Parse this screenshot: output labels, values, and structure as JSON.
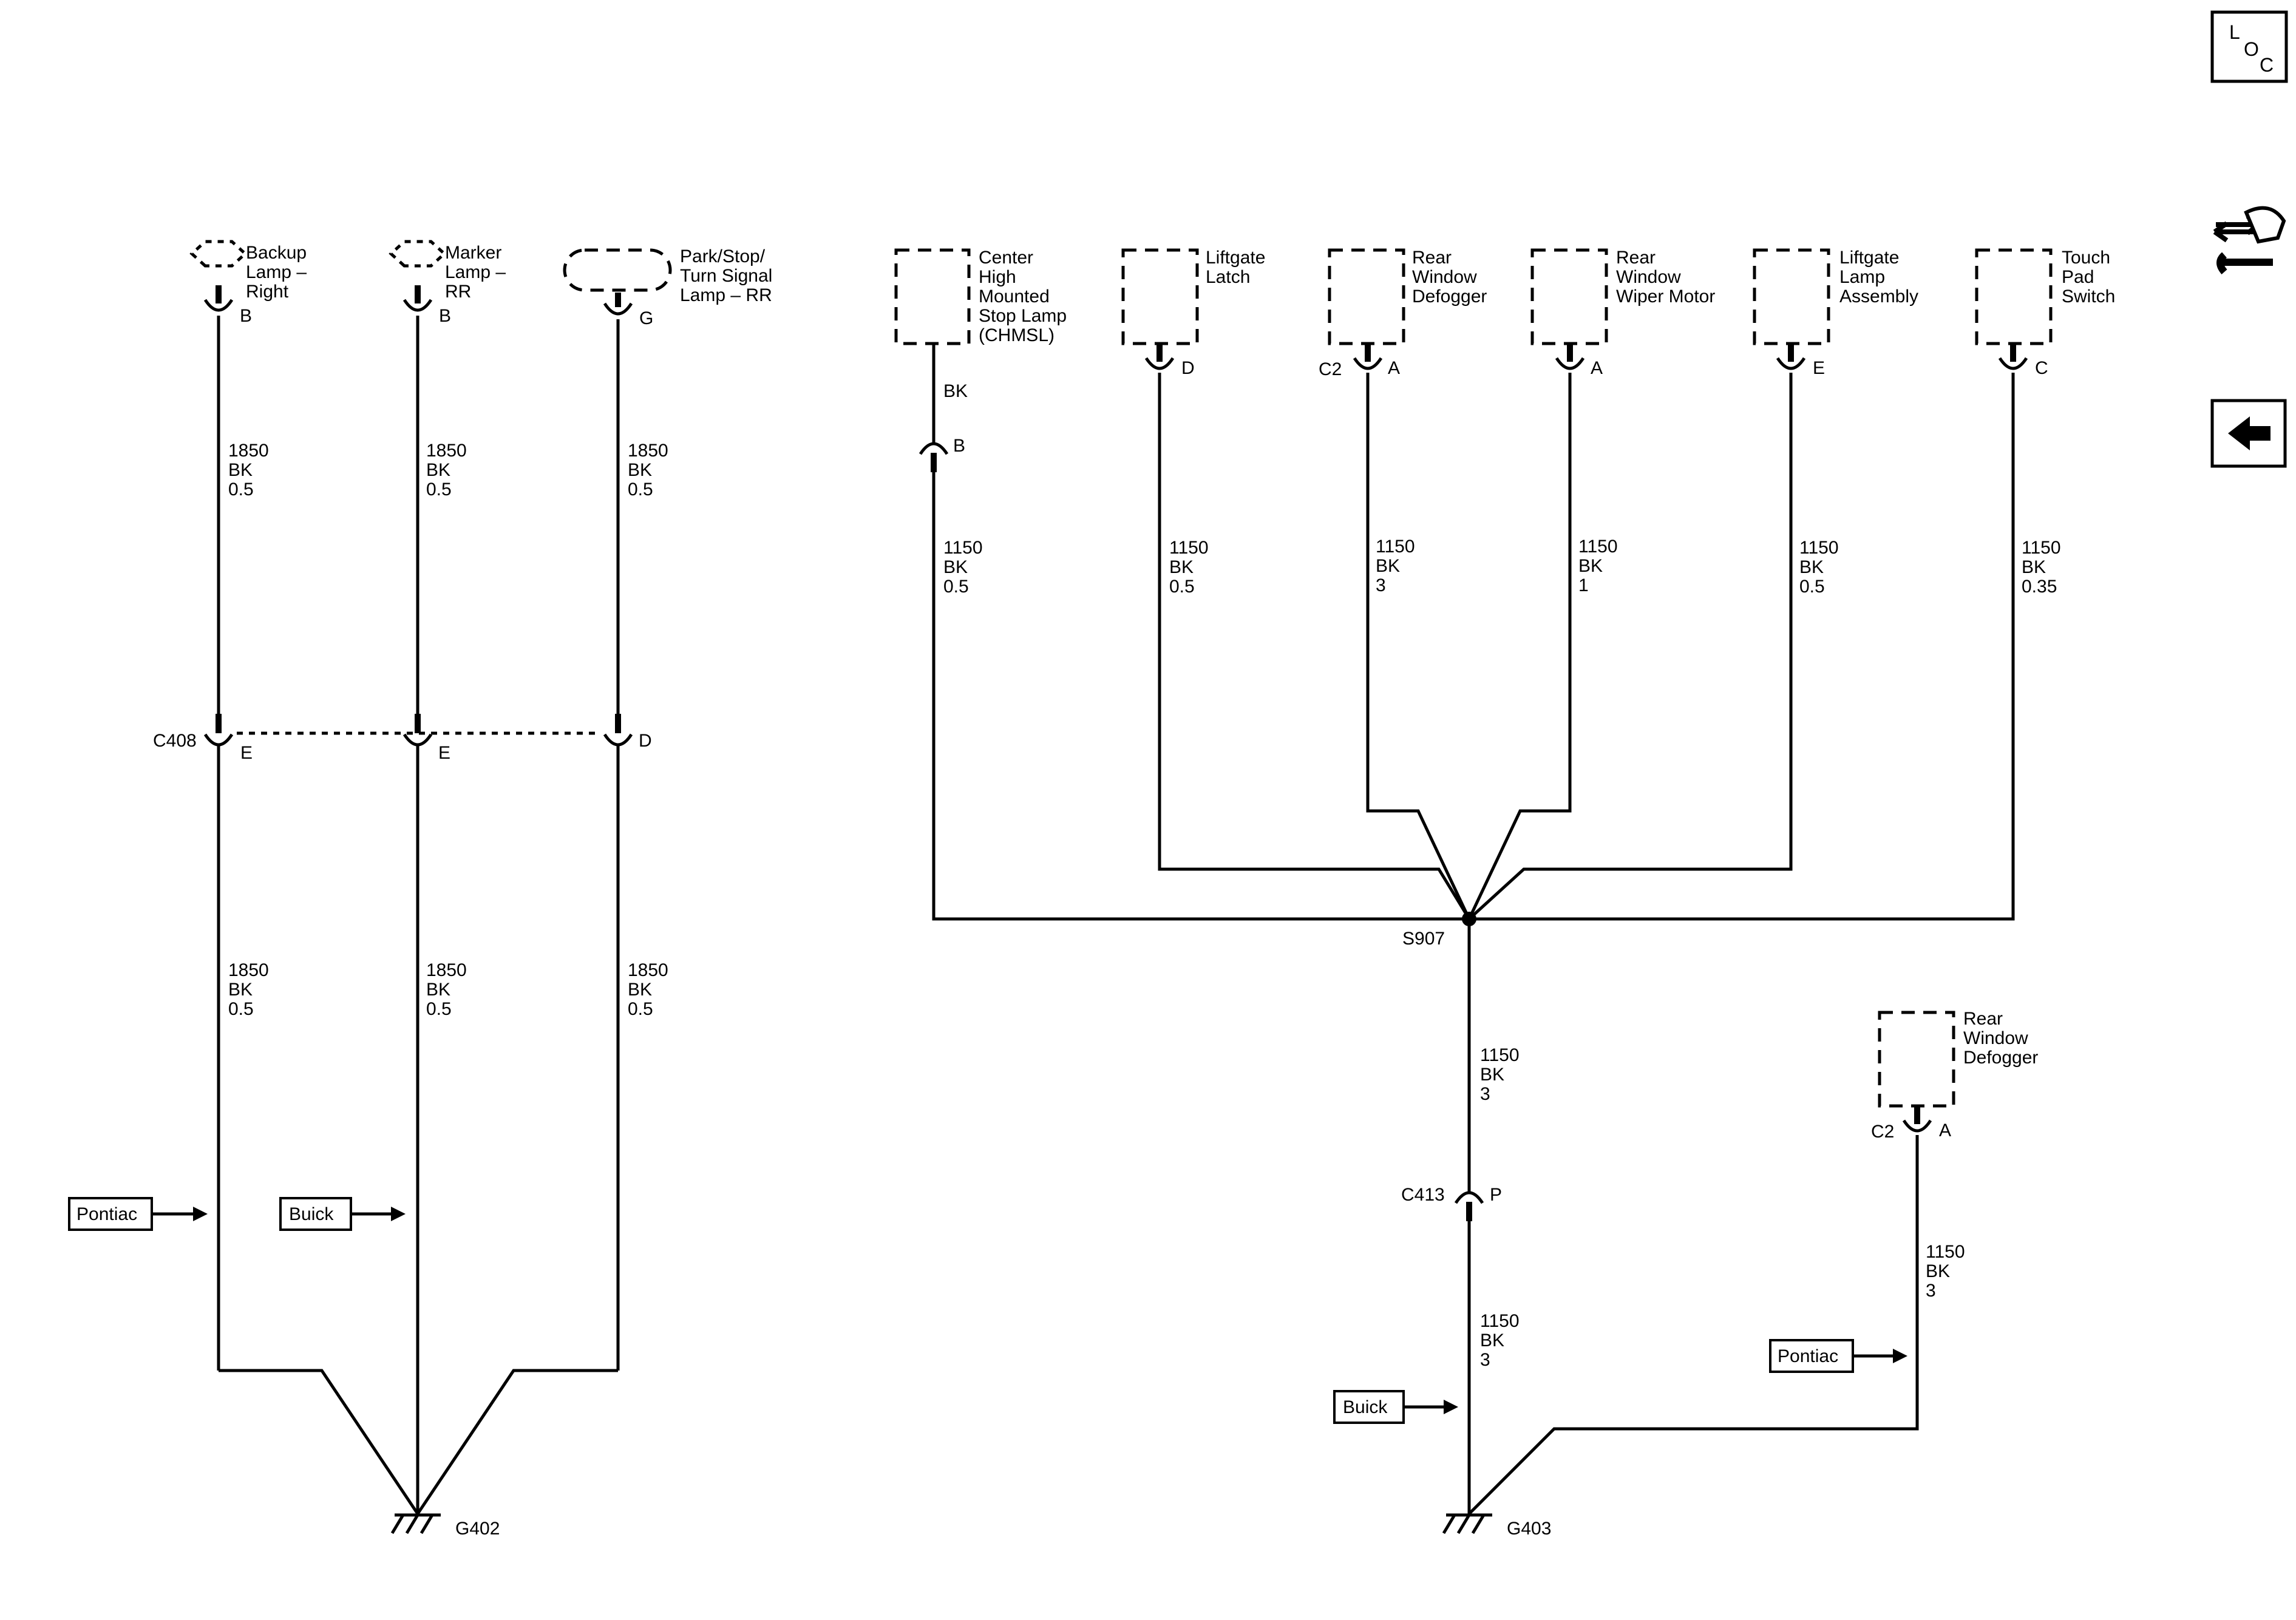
{
  "nav": {
    "loc_L": "L",
    "loc_O": "O",
    "loc_C": "C",
    "loc_icon": "loc-icon",
    "service_icon": "arrows-wrench-icon",
    "back_icon": "back-arrow-icon"
  },
  "left": {
    "backup_lamp": {
      "line1": "Backup",
      "line2": "Lamp –",
      "line3": "Right",
      "pin": "B"
    },
    "marker_lamp": {
      "line1": "Marker",
      "line2": "Lamp –",
      "line3": "RR",
      "pin": "B"
    },
    "park_lamp": {
      "line1": "Park/Stop/",
      "line2": "Turn Signal",
      "line3": "Lamp – RR",
      "pin": "G"
    },
    "upper_wire": {
      "circuit": "1850",
      "color": "BK",
      "size": "0.5"
    },
    "c408": {
      "name": "C408",
      "pin1": "E",
      "pin2": "E",
      "pin3": "D"
    },
    "lower_wire": {
      "circuit": "1850",
      "color": "BK",
      "size": "0.5"
    },
    "pontiac": "Pontiac",
    "buick": "Buick",
    "ground": "G402"
  },
  "right": {
    "chmsl": {
      "line1": "Center",
      "line2": "High",
      "line3": "Mounted",
      "line4": "Stop Lamp",
      "line5": "(CHMSL)",
      "lead_color": "BK",
      "pin": "B"
    },
    "liftgate_latch": {
      "line1": "Liftgate",
      "line2": "Latch",
      "pin": "D"
    },
    "defogger": {
      "line1": "Rear",
      "line2": "Window",
      "line3": "Defogger",
      "conn": "C2",
      "pin": "A"
    },
    "wiper": {
      "line1": "Rear",
      "line2": "Window",
      "line3": "Wiper Motor",
      "pin": "A"
    },
    "lamp_assy": {
      "line1": "Liftgate",
      "line2": "Lamp",
      "line3": "Assembly",
      "pin": "E"
    },
    "touch_pad": {
      "line1": "Touch",
      "line2": "Pad",
      "line3": "Switch",
      "pin": "C"
    },
    "wires": [
      {
        "circuit": "1150",
        "color": "BK",
        "size": "0.5"
      },
      {
        "circuit": "1150",
        "color": "BK",
        "size": "0.5"
      },
      {
        "circuit": "1150",
        "color": "BK",
        "size": "3"
      },
      {
        "circuit": "1150",
        "color": "BK",
        "size": "1"
      },
      {
        "circuit": "1150",
        "color": "BK",
        "size": "0.5"
      },
      {
        "circuit": "1150",
        "color": "BK",
        "size": "0.35"
      }
    ],
    "splice": "S907",
    "trunk_upper": {
      "circuit": "1150",
      "color": "BK",
      "size": "3"
    },
    "c413": {
      "name": "C413",
      "pin": "P"
    },
    "trunk_lower": {
      "circuit": "1150",
      "color": "BK",
      "size": "3"
    },
    "buick": "Buick",
    "defogger2": {
      "line1": "Rear",
      "line2": "Window",
      "line3": "Defogger",
      "conn": "C2",
      "pin": "A"
    },
    "defogger2_wire": {
      "circuit": "1150",
      "color": "BK",
      "size": "3"
    },
    "pontiac": "Pontiac",
    "ground": "G403"
  }
}
